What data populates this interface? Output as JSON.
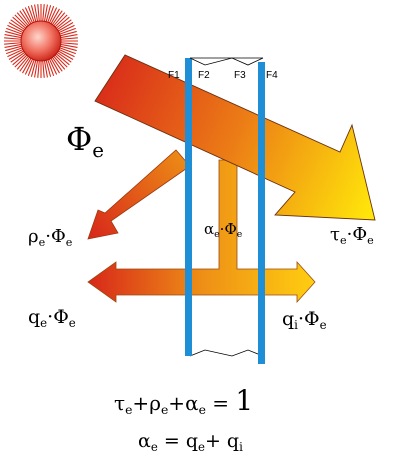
{
  "colors": {
    "glass": "#1e8fd6",
    "arrow_hot": "#d8291a",
    "arrow_mid": "#ec7d16",
    "arrow_cold": "#ffe60a",
    "sun_core": "#e84a3a",
    "sun_rays": "#d8291a"
  },
  "icons": {
    "sun": "sun-icon"
  },
  "faces": [
    "F1",
    "F2",
    "F3",
    "F4"
  ],
  "labels": {
    "incident": {
      "sym": "Φ",
      "sub": "e"
    },
    "transmitted": {
      "a": "τ",
      "a_sub": "e",
      "dot": "·",
      "b": "Φ",
      "b_sub": "e"
    },
    "reflected": {
      "a": "ρ",
      "a_sub": "e",
      "dot": "·",
      "b": "Φ",
      "b_sub": "e"
    },
    "absorbed": {
      "a": "α",
      "a_sub": "e",
      "dot": "·",
      "b": "Φ",
      "b_sub": "e"
    },
    "outward": {
      "a": "q",
      "a_sub": "e",
      "dot": "·",
      "b": "Φ",
      "b_sub": "e"
    },
    "inward": {
      "a": "q",
      "a_sub": "i",
      "dot": "·",
      "b": "Φ",
      "b_sub": "e"
    }
  },
  "equations": {
    "balance": {
      "t": "τ",
      "t_sub": "e",
      "plus1": "+",
      "r": "ρ",
      "r_sub": "e",
      "plus2": "+",
      "a": "α",
      "a_sub": "e",
      "eq": " = ",
      "one": "1"
    },
    "absorbed": {
      "a": "α",
      "a_sub": "e",
      "eq": " = ",
      "q1": "q",
      "q1_sub": "e",
      "plus": "+ ",
      "q2": "q",
      "q2_sub": "i"
    }
  }
}
